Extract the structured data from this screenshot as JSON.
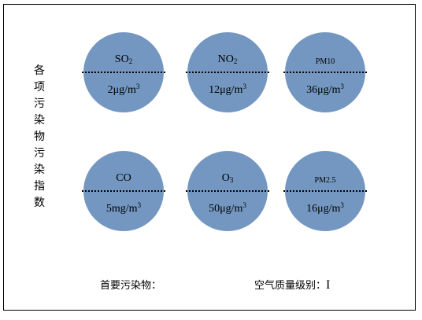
{
  "side_title": [
    "各",
    "项",
    "污",
    "染",
    "物",
    "污",
    "染",
    "指",
    "数"
  ],
  "pollutants": [
    {
      "name": "SO",
      "sub": "2",
      "value": "2μg/m",
      "unit_sup": "3"
    },
    {
      "name": "NO",
      "sub": "2",
      "value": "12μg/m",
      "unit_sup": "3"
    },
    {
      "name": "PM10",
      "sub": "",
      "value": "36μg/m",
      "unit_sup": "3"
    },
    {
      "name": "CO",
      "sub": "",
      "value": "5mg/m",
      "unit_sup": "3"
    },
    {
      "name": "O",
      "sub": "3",
      "value": "50μg/m",
      "unit_sup": "3"
    },
    {
      "name": "PM2.5",
      "sub": "",
      "value": "16μg/m",
      "unit_sup": "3"
    }
  ],
  "bottom": {
    "primary_label": "首要污染物：",
    "level_label": "空气质量级别：",
    "level_value": "I"
  },
  "colors": {
    "circle": "#7397c0",
    "border": "#000000"
  }
}
